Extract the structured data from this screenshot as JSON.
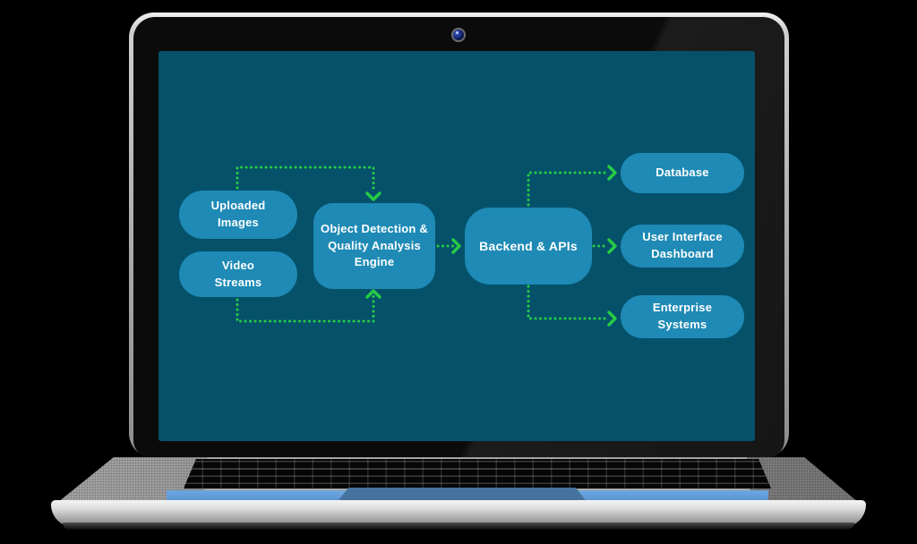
{
  "scene": {
    "description": "Laptop mockup displaying an AI vision system architecture flow diagram"
  },
  "diagram": {
    "colors": {
      "screen_bg": "#05516a",
      "node_fill": "#1e8ab5",
      "node_text": "#ffffff",
      "arrow_green": "#25cc44"
    },
    "nodes": {
      "uploaded_images": {
        "label": "Uploaded\nImages"
      },
      "video_streams": {
        "label": "Video\nStreams"
      },
      "engine": {
        "label": "Object Detection &\nQuality Analysis\nEngine"
      },
      "backend": {
        "label": "Backend & APIs"
      },
      "database": {
        "label": "Database"
      },
      "ui_dashboard": {
        "label": "User Interface\nDashboard"
      },
      "enterprise": {
        "label": "Enterprise\nSystems"
      }
    },
    "connections": [
      {
        "from": "Uploaded Images",
        "to": "Object Detection & Quality Analysis Engine"
      },
      {
        "from": "Video Streams",
        "to": "Object Detection & Quality Analysis Engine"
      },
      {
        "from": "Object Detection & Quality Analysis Engine",
        "to": "Backend & APIs"
      },
      {
        "from": "Backend & APIs",
        "to": "Database"
      },
      {
        "from": "Backend & APIs",
        "to": "User Interface Dashboard"
      },
      {
        "from": "Backend & APIs",
        "to": "Enterprise Systems"
      }
    ]
  }
}
